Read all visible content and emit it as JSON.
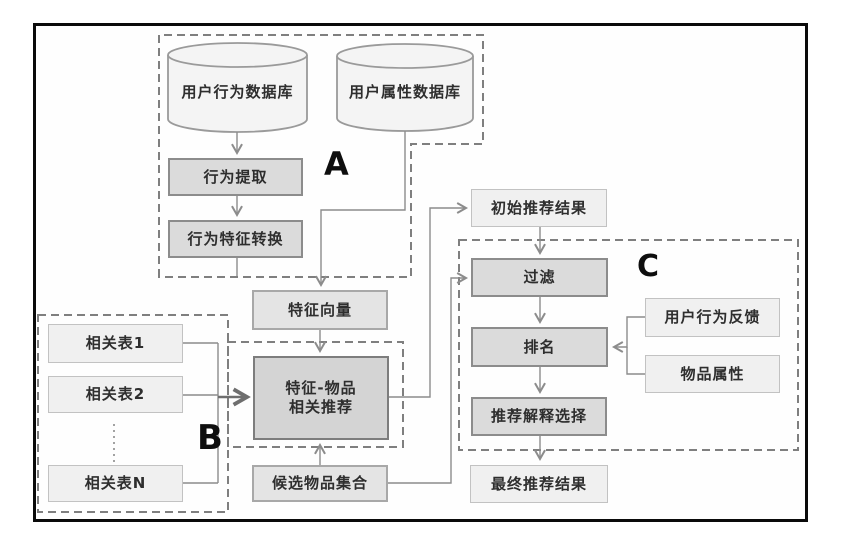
{
  "regions": {
    "a": "A",
    "b": "B",
    "c": "C"
  },
  "nodes": {
    "user_behavior_db": "用户行为数据库",
    "user_attribute_db": "用户属性数据库",
    "behavior_extraction": "行为提取",
    "behavior_feature_conversion": "行为特征转换",
    "feature_vector": "特征向量",
    "related_table_1": "相关表1",
    "related_table_2": "相关表2",
    "related_table_n": "相关表N",
    "feature_item_recommend": "特征-物品\n相关推荐",
    "candidate_item_set": "候选物品集合",
    "initial_results": "初始推荐结果",
    "filter": "过滤",
    "ranking": "排名",
    "explanation_selection": "推荐解释选择",
    "final_results": "最终推荐结果",
    "user_behavior_feedback": "用户行为反馈",
    "item_attributes": "物品属性"
  },
  "colors": {
    "frame_border": "#0a0a0a",
    "dashed_outline": "#7f7f7f",
    "connector": "#8c8c8c",
    "thick_connector": "#6e6e6e",
    "process_fill": "#dbdbdb",
    "main_fill": "#d4d4d4",
    "mid_fill": "#e4e4e4",
    "light_fill": "#f0f0f0",
    "cylinder_fill": "#f4f4f4",
    "text": "#2e2e2e"
  }
}
